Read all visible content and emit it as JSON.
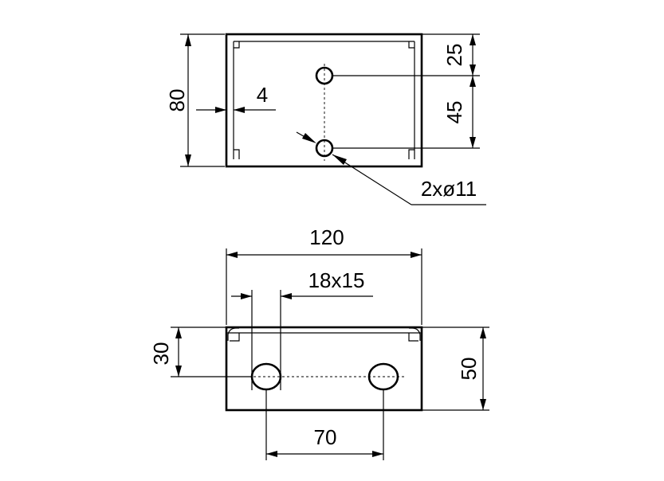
{
  "dimensions": {
    "top_height": "80",
    "wall_thickness": "4",
    "hole_offset_top": "25",
    "hole_spacing_vertical": "45",
    "hole_callout": "2xø11",
    "overall_width": "120",
    "slot_size": "18x15",
    "slot_height": "30",
    "overall_depth": "50",
    "hole_spacing_horizontal": "70"
  }
}
